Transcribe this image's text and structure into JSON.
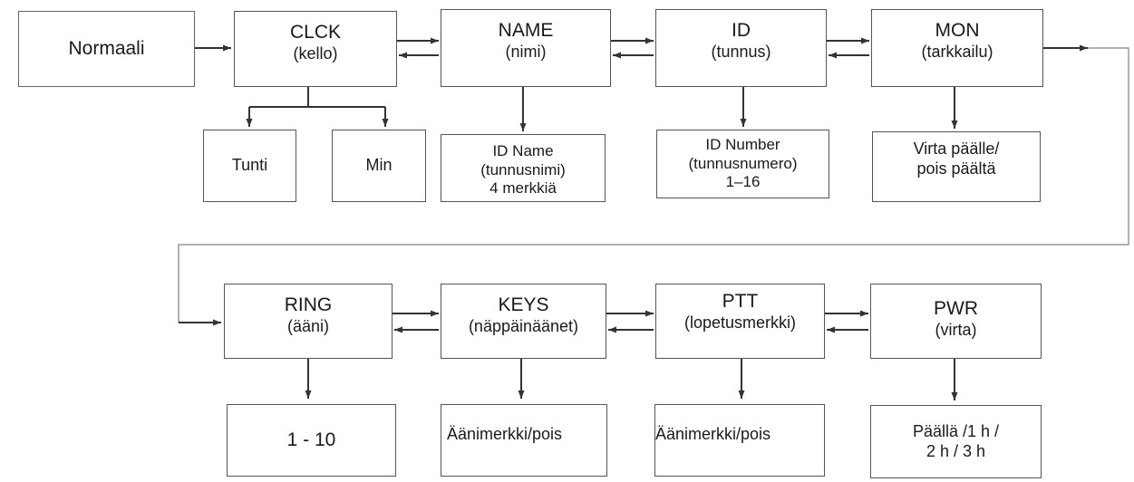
{
  "start": {
    "label": "Normaali"
  },
  "row1": [
    {
      "key": "clck",
      "title": "CLCK",
      "sub": "(kello)"
    },
    {
      "key": "name",
      "title": "NAME",
      "sub": "(nimi)"
    },
    {
      "key": "id",
      "title": "ID",
      "sub": "(tunnus)"
    },
    {
      "key": "mon",
      "title": "MON",
      "sub": "(tarkkailu)"
    }
  ],
  "row1_details": {
    "clck_hour": "Tunti",
    "clck_min": "Min",
    "name": [
      "ID Name",
      "(tunnusnimi)",
      "4 merkkiä"
    ],
    "id": [
      "ID Number",
      "(tunnusnumero)",
      "1–16"
    ],
    "mon": [
      "Virta päälle/",
      "pois päältä"
    ]
  },
  "row2": [
    {
      "key": "ring",
      "title": "RING",
      "sub": "(ääni)"
    },
    {
      "key": "keys",
      "title": "KEYS",
      "sub": "(näppäinäänet)"
    },
    {
      "key": "ptt",
      "title": "PTT",
      "sub": "(lopetusmerkki)"
    },
    {
      "key": "pwr",
      "title": "PWR",
      "sub": "(virta)"
    }
  ],
  "row2_details": {
    "ring": "1 - 10",
    "keys": "Äänimerkki/pois",
    "ptt": "Äänimerkki/pois",
    "pwr": [
      "Päällä /1 h /",
      "2 h / 3 h"
    ]
  }
}
